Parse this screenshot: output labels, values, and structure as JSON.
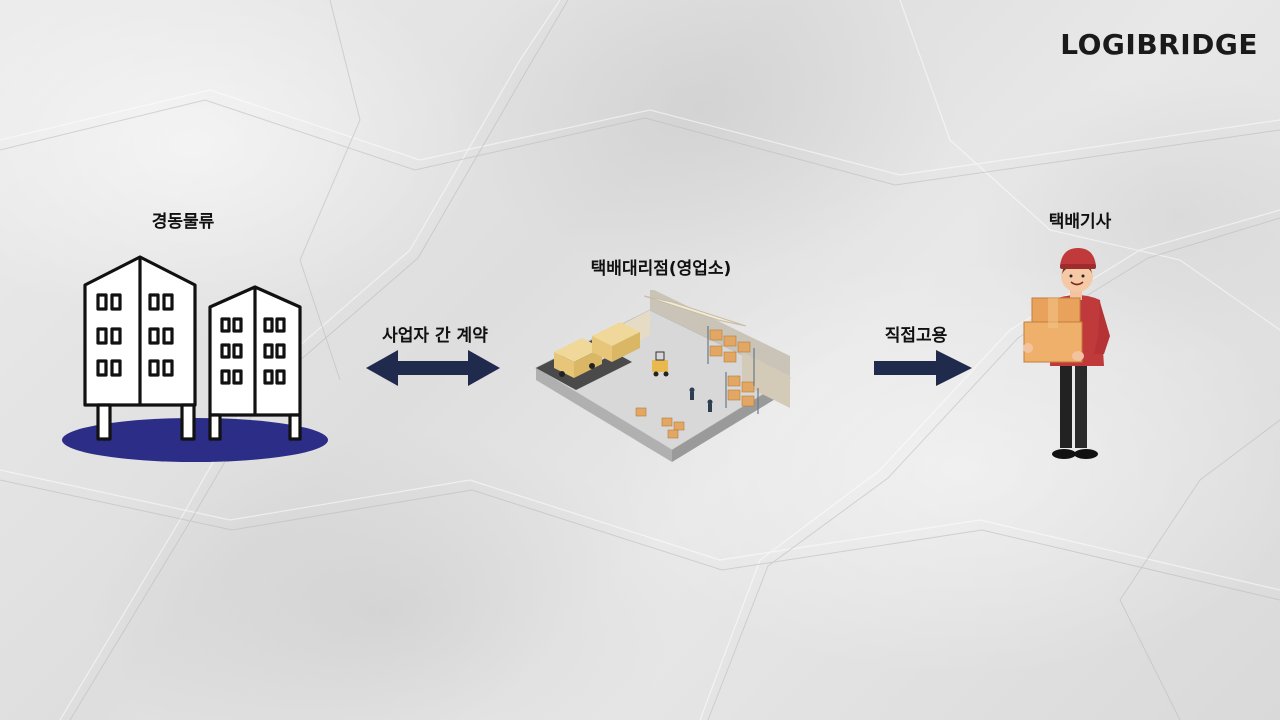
{
  "brand": {
    "logo_text": "LOGIBRIDGE"
  },
  "diagram": {
    "left_entity": {
      "label": "경동물류",
      "icon": "office-buildings-icon"
    },
    "left_relation": {
      "label": "사업자 간 계약",
      "icon": "double-headed-arrow-icon"
    },
    "center_entity": {
      "label": "택배대리점(영업소)",
      "icon": "warehouse-illustration"
    },
    "right_relation": {
      "label": "직접고용",
      "icon": "right-arrow-icon"
    },
    "right_entity": {
      "label": "택배기사",
      "icon": "delivery-man-illustration"
    }
  },
  "colors": {
    "arrow": "#1f2a4d",
    "ground_ellipse": "#2b2d86",
    "background": "#e6e6e6"
  }
}
